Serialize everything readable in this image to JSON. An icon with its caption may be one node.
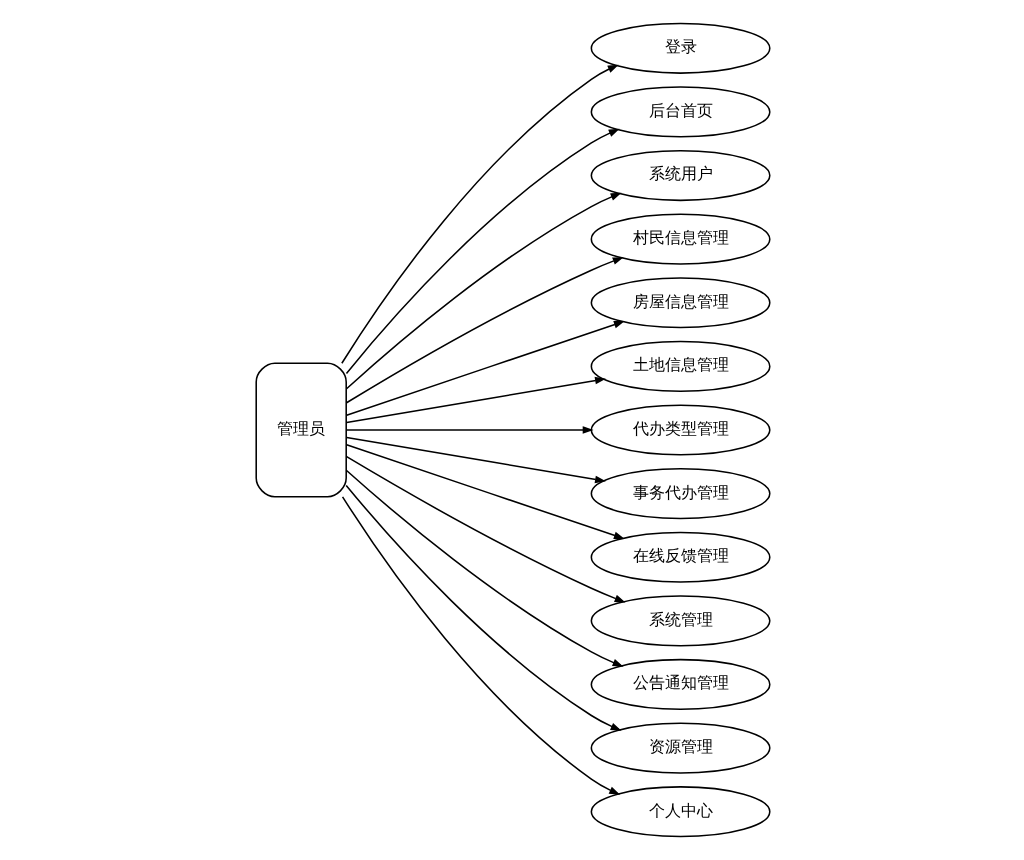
{
  "diagram": {
    "nodes": [
      {
        "text": [
          "管理员"
        ]
      },
      {
        "text": [
          "登录"
        ]
      },
      {
        "text": [
          "后台首页"
        ]
      },
      {
        "text": [
          "系统用户"
        ]
      },
      {
        "text": [
          "村民信息管理"
        ]
      },
      {
        "text": [
          "房屋信息管理"
        ]
      },
      {
        "text": [
          "土地信息管理"
        ]
      },
      {
        "text": [
          "代办类型管理"
        ]
      },
      {
        "text": [
          "事务代办管理"
        ]
      },
      {
        "text": [
          "在线反馈管理"
        ]
      },
      {
        "text": [
          "系统管理"
        ]
      },
      {
        "text": [
          "公告通知管理"
        ]
      },
      {
        "text": [
          "资源管理"
        ]
      },
      {
        "text": [
          "个人中心"
        ]
      }
    ],
    "edges": [
      {
        "from": 0,
        "to": 1,
        "arrow": "to"
      },
      {
        "from": 0,
        "to": 2,
        "arrow": "to"
      },
      {
        "from": 0,
        "to": 3,
        "arrow": "to"
      },
      {
        "from": 0,
        "to": 4,
        "arrow": "to"
      },
      {
        "from": 0,
        "to": 5,
        "arrow": "to"
      },
      {
        "from": 0,
        "to": 6,
        "arrow": "to"
      },
      {
        "from": 0,
        "to": 7,
        "arrow": "to"
      },
      {
        "from": 0,
        "to": 8,
        "arrow": "to"
      },
      {
        "from": 0,
        "to": 9,
        "arrow": "to"
      },
      {
        "from": 0,
        "to": 10,
        "arrow": "to"
      },
      {
        "from": 0,
        "to": 11,
        "arrow": "to"
      },
      {
        "from": 0,
        "to": 12,
        "arrow": "to"
      },
      {
        "from": 0,
        "to": 13,
        "arrow": "to"
      }
    ]
  }
}
